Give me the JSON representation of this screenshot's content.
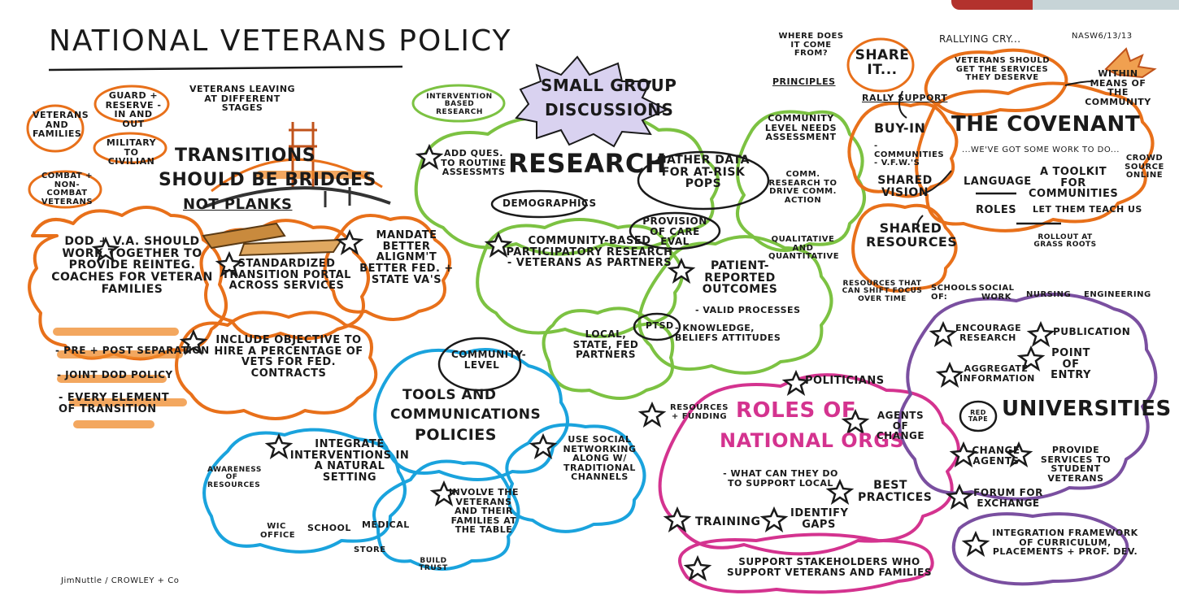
{
  "title": "NATIONAL VETERANS POLICY",
  "banner": [
    "SMALL GROUP",
    "DISCUSSIONS"
  ],
  "credit": "JimNuttle / CROWLEY + Co",
  "date": "NASW6/13/13",
  "colors": {
    "orange": "#e8701a",
    "green": "#7cc242",
    "blue": "#1aa3dd",
    "pink": "#d4338f",
    "purple": "#7a4fa0",
    "ink": "#1a1a1a"
  },
  "veterans": {
    "families": "VETERANS and FAMILIES",
    "guard": "GUARD + RESERVE - IN and OUT",
    "leaving": "VETERANS LEAVING at DIFFERENT STAGES",
    "military": "MILITARY to CIVILIAN",
    "combat": "COMBAT + NON-COMBAT VETERANS",
    "transitions": [
      "TRANSITIONS",
      "SHOULD BE BRIDGES",
      "NOT PLANKS"
    ],
    "dod": "DoD + V.A. SHOULD WORK TOGETHER to PROVIDE REINTEG. COACHES for VETERAN FAMILIES",
    "bullets": [
      "- PRE + POST SEPARATION",
      "- JOINT DoD POLICY",
      "- EVERY ELEMENT of TRANSITION"
    ],
    "portal": "STANDARDIZED TRANSITION PORTAL ACROSS SERVICES",
    "mandate": "MANDATE BETTER ALIGNM'T BETTER FED. + STATE VA's",
    "objective": "INCLUDE OBJECTIVE to HIRE a PERCENTAGE of VETs for FED. CONTRACTS"
  },
  "research": {
    "heading": "RESEARCH",
    "intervention": "INTERVENTION BASED RESEARCH",
    "add": "ADD QUES. to ROUTINE ASSESSMTs",
    "demographics": "DEMOGRAPHICS",
    "gather": "GATHER DATA for AT-RISK POPs",
    "provision": "PROVISION of CARE EVAL",
    "community": "COMMUNITY-BASED PARTICIPATORY RESEARCH - VETERANS as PARTNERS",
    "patient": "PATIENT-REPORTED OUTCOMES",
    "patient_items": [
      "- VALID PROCESSES",
      "- KNOWLEDGE, BELIEFS ATTITUDES"
    ],
    "ptsd": "PTSD",
    "local": "LOCAL, STATE, FED PARTNERS",
    "needs": "COMMUNITY LEVEL NEEDS ASSESSMENT",
    "comm_research": "COMM. RESEARCH to DRIVE COMM. ACTION",
    "qualitative": "QUALITATIVE and QUANTITATIVE"
  },
  "covenant": {
    "where": "WHERE DOES IT COME FROM?",
    "share": "SHARE IT...",
    "principles": "PRINCIPLES",
    "rallying": "RALLYING CRY...",
    "deserve": "VETERANS SHOULD GET the SERVICES THEY DESERVE",
    "within": "WITHIN MEANS of the COMMUNITY",
    "rally": "RALLY SUPPORT",
    "buyin": "BUY-IN",
    "buyin_items": "- COMMUNITIES - V.F.W.'s",
    "heading": "The COVENANT",
    "work": "...WE'VE GOT SOME WORK to DO...",
    "crowd": "CROWD SOURCE ONLINE",
    "toolkit": "a TOOLKIT for COMMUNITIES",
    "teach": "LET THEM TEACH US",
    "language": "LANGUAGE",
    "roles": "ROLES",
    "vision": "SHARED VISION",
    "resources": "SHARED RESOURCES",
    "rollout": "ROLLOUT at GRASS ROOTS",
    "shift": "RESOURCES that CAN SHIFT FOCUS OVER TIME"
  },
  "universities": {
    "schools": "SCHOOLS of:",
    "disciplines": [
      "SOCIAL WORK",
      "NURSING",
      "ENGINEERING"
    ],
    "encourage": "ENCOURAGE RESEARCH",
    "publication": "PUBLICATION",
    "aggregate": "AGGREGATE INFORMATION",
    "entry": "POINT of ENTRY",
    "redtape": "RED TAPE",
    "heading": "UNIVERSITIES",
    "change": "CHANGE AGENTS",
    "provide": "PROVIDE SERVICES to STUDENT VETERANS",
    "forum": "FORUM for EXCHANGE",
    "integration": "INTEGRATION FRAMEWORK of CURRICULUM, PLACEMENTS + PROF. DEV."
  },
  "tools": {
    "community": "COMMUNITY-LEVEL",
    "heading": [
      "TOOLS and",
      "COMMUNICATIONS",
      "POLICIES"
    ],
    "integrate": "INTEGRATE INTERVENTIONS IN a NATURAL SETTING",
    "awareness": "AWARENESS of RESOURCES",
    "settings": [
      "WIC OFFICE",
      "SCHOOL",
      "MEDICAL",
      "STORE"
    ],
    "involve": "INVOLVE the VETERANS and THEIR FAMILIES at the TABLE",
    "social": "USE SOCIAL NETWORKING along w/ TRADITIONAL CHANNELS",
    "trust": "BUILD TRUST"
  },
  "orgs": {
    "politicians": "POLITICIANS",
    "resources": "RESOURCES + FUNDING",
    "heading": [
      "ROLES of",
      "NATIONAL ORGs"
    ],
    "agents": "AGENTS of CHANGE",
    "what": "- WHAT CAN THEY DO to SUPPORT LOCAL",
    "best": "BEST PRACTICES",
    "training": "TRAINING",
    "gaps": "IDENTIFY GAPS",
    "support": "SUPPORT STAKEHOLDERS WHO SUPPORT VETERANS and FAMILIES"
  }
}
